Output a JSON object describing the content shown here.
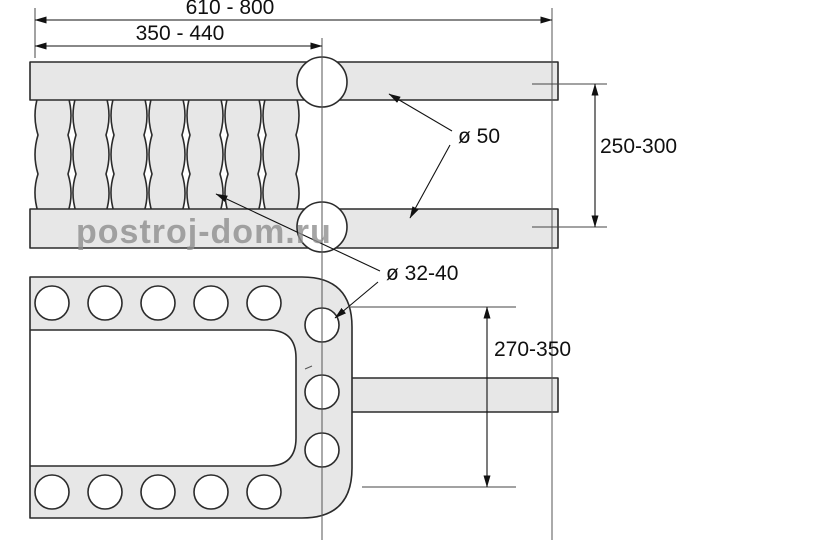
{
  "diagram": {
    "watermark": "postroj-dom.ru",
    "dimensions": {
      "overall_width": "610 - 800",
      "rung_span": "350 - 440",
      "rail_spacing": "250-300",
      "rail_diameter": "ø 50",
      "rung_diameter": "ø 32-40",
      "hole_spacing": "270-350"
    },
    "colors": {
      "part_fill": "#e7e7e7",
      "outline": "#2b2b2b",
      "dimension": "#111111",
      "watermark": "#8f8f8f"
    }
  }
}
